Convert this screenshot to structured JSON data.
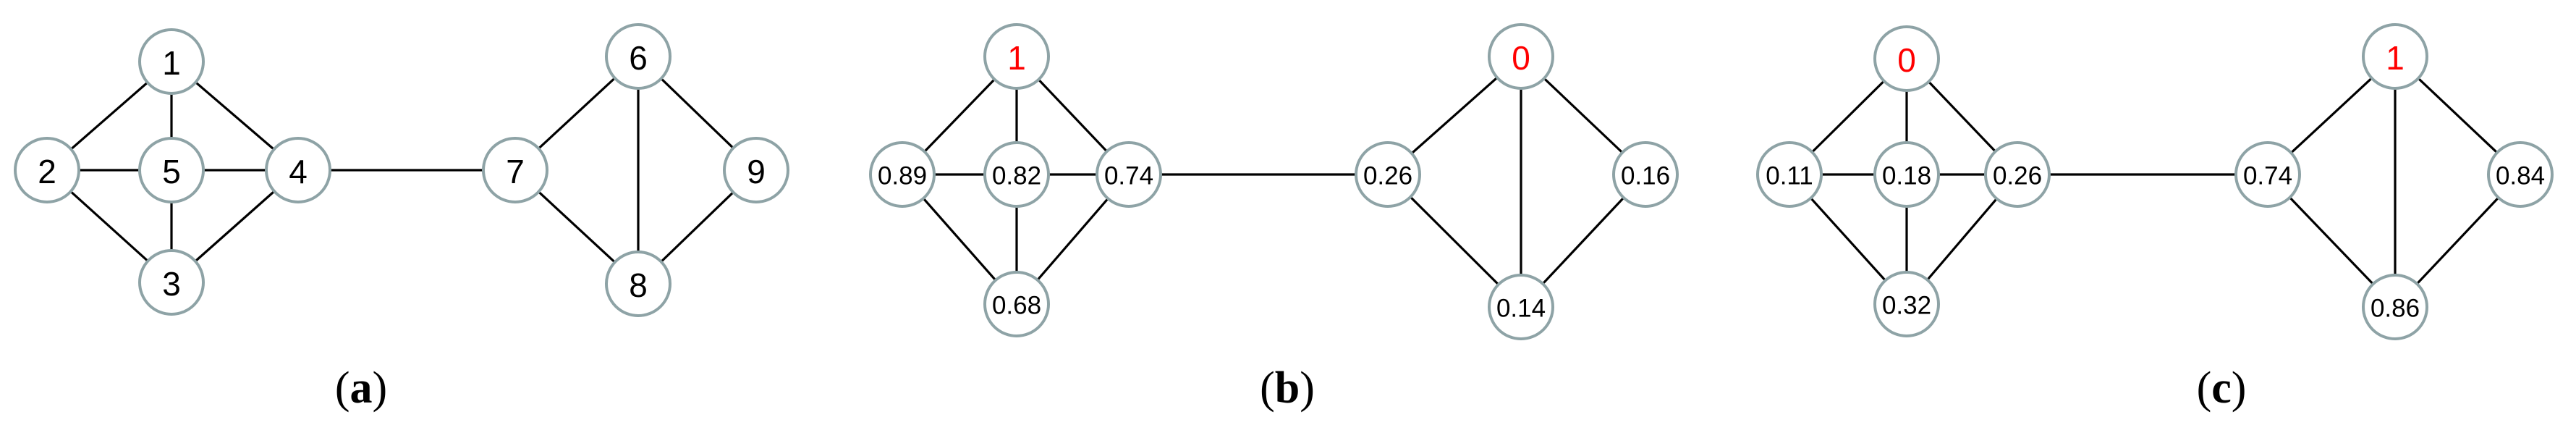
{
  "colors": {
    "highlight": "#ff0000",
    "node_border": "#8ea3a6",
    "edge": "#000000",
    "text": "#000000"
  },
  "panels": [
    {
      "id": "a",
      "caption_letter": "a",
      "nodes": [
        {
          "label": "1"
        },
        {
          "label": "2"
        },
        {
          "label": "5"
        },
        {
          "label": "4"
        },
        {
          "label": "3"
        },
        {
          "label": "7"
        },
        {
          "label": "6"
        },
        {
          "label": "9"
        },
        {
          "label": "8"
        }
      ]
    },
    {
      "id": "b",
      "caption_letter": "b",
      "nodes": [
        {
          "label": "1",
          "highlight": true
        },
        {
          "label": "0.89"
        },
        {
          "label": "0.82"
        },
        {
          "label": "0.74"
        },
        {
          "label": "0.68"
        },
        {
          "label": "0.26"
        },
        {
          "label": "0",
          "highlight": true
        },
        {
          "label": "0.16"
        },
        {
          "label": "0.14"
        }
      ]
    },
    {
      "id": "c",
      "caption_letter": "c",
      "nodes": [
        {
          "label": "0",
          "highlight": true
        },
        {
          "label": "0.11"
        },
        {
          "label": "0.18"
        },
        {
          "label": "0.26"
        },
        {
          "label": "0.32"
        },
        {
          "label": "0.74"
        },
        {
          "label": "1",
          "highlight": true
        },
        {
          "label": "0.84"
        },
        {
          "label": "0.86"
        }
      ]
    }
  ]
}
